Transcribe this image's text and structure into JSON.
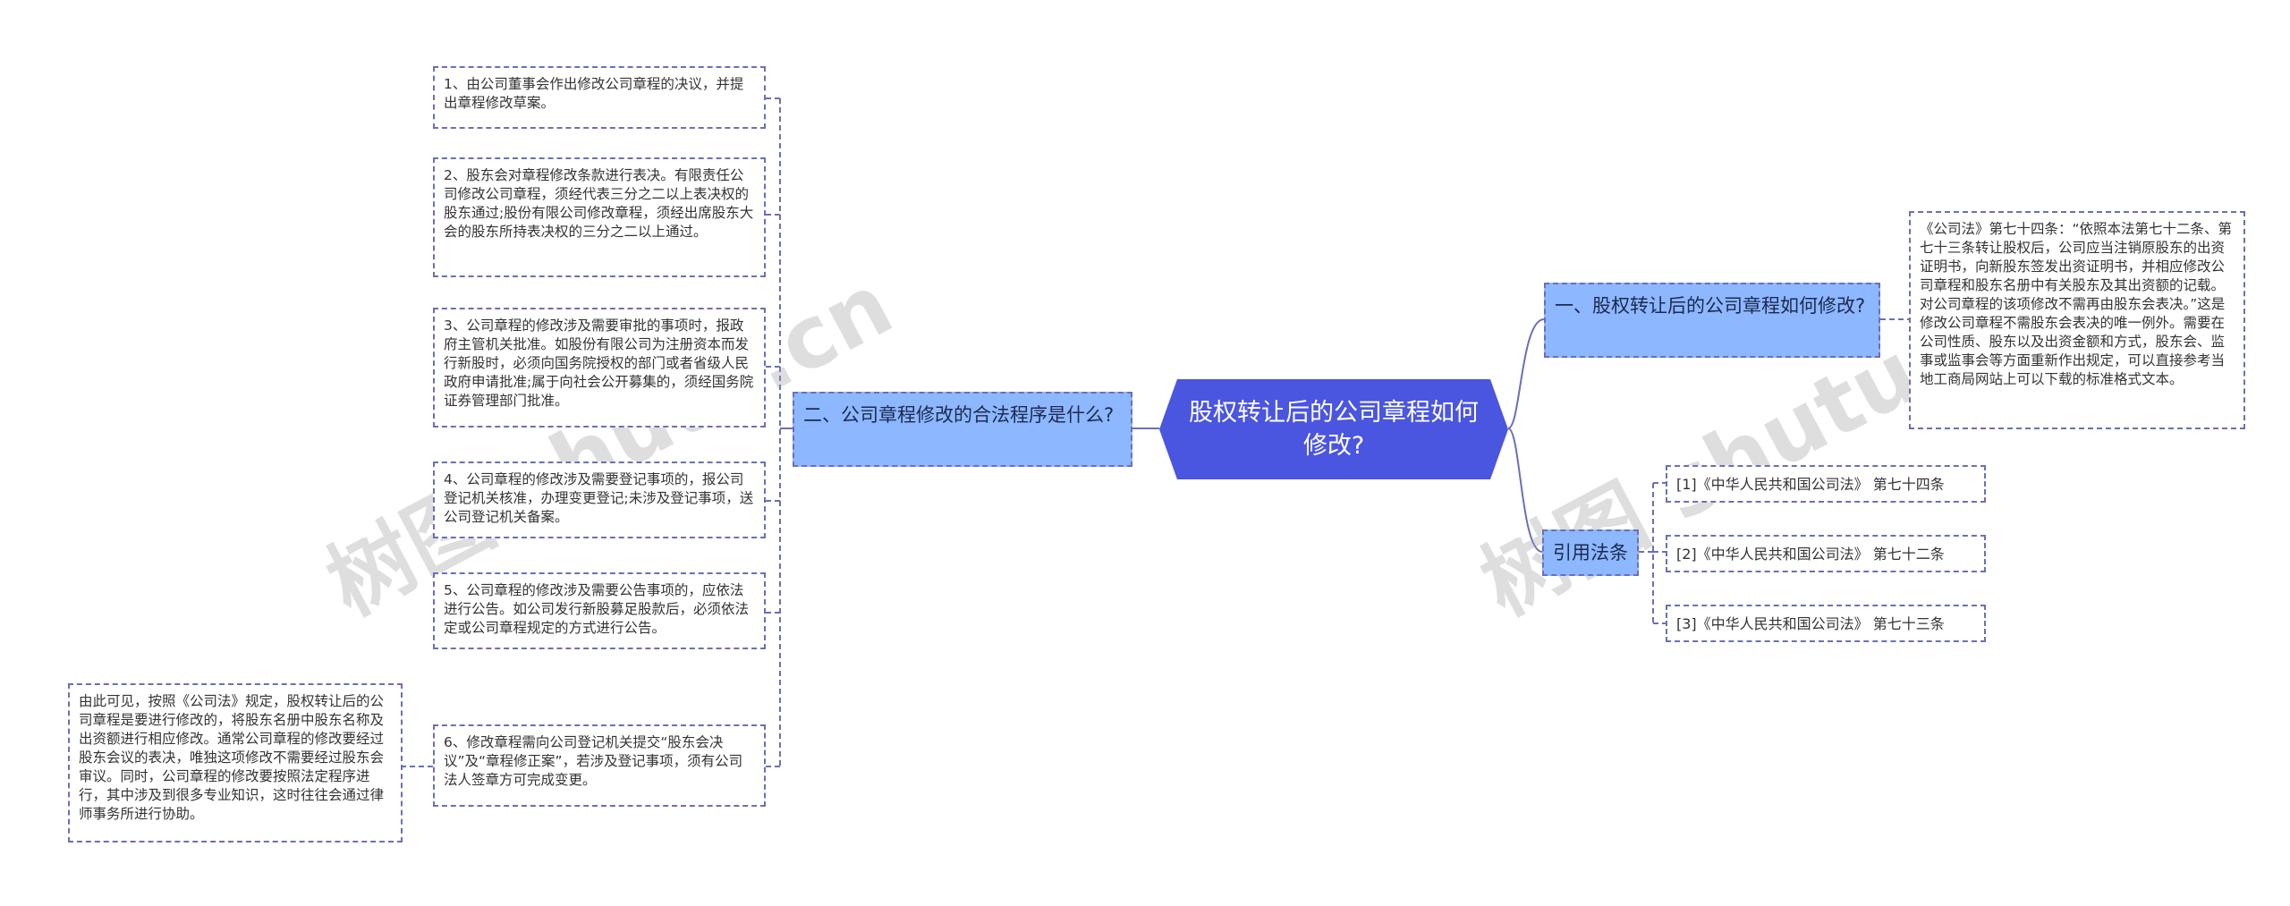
{
  "center": {
    "title": "股权转让后的公司章程如何修改?"
  },
  "left_branch": {
    "title": "二、公司章程修改的合法程序是什么?",
    "items": [
      "1、由公司董事会作出修改公司章程的决议，并提出章程修改草案。",
      "2、股东会对章程修改条款进行表决。有限责任公司修改公司章程，须经代表三分之二以上表决权的股东通过;股份有限公司修改章程，须经出席股东大会的股东所持表决权的三分之二以上通过。",
      "3、公司章程的修改涉及需要审批的事项时，报政府主管机关批准。如股份有限公司为注册资本而发行新股时，必须向国务院授权的部门或者省级人民政府申请批准;属于向社会公开募集的，须经国务院证券管理部门批准。",
      "4、公司章程的修改涉及需要登记事项的，报公司登记机关核准，办理变更登记;未涉及登记事项，送公司登记机关备案。",
      "5、公司章程的修改涉及需要公告事项的，应依法进行公告。如公司发行新股募足股款后，必须依法定或公司章程规定的方式进行公告。",
      "6、修改章程需向公司登记机关提交“股东会决议”及“章程修正案”，若涉及登记事项，须有公司法人签章方可完成变更。"
    ],
    "summary": "由此可见，按照《公司法》规定，股权转让后的公司章程是要进行修改的，将股东名册中股东名称及出资额进行相应修改。通常公司章程的修改要经过股东会议的表决，唯独这项修改不需要经过股东会审议。同时，公司章程的修改要按照法定程序进行，其中涉及到很多专业知识，这时往往会通过律师事务所进行协助。"
  },
  "right_branch_1": {
    "title": "一、股权转让后的公司章程如何修改?",
    "detail": "《公司法》第七十四条：“依照本法第七十二条、第七十三条转让股权后，公司应当注销原股东的出资证明书，向新股东签发出资证明书，并相应修改公司章程和股东名册中有关股东及其出资额的记载。对公司章程的该项修改不需再由股东会表决。”这是修改公司章程不需股东会表决的唯一例外。需要在公司性质、股东以及出资金额和方式，股东会、监事或监事会等方面重新作出规定，可以直接参考当地工商局网站上可以下载的标准格式文本。"
  },
  "right_branch_2": {
    "title": "引用法条",
    "refs": [
      "[1]《中华人民共和国公司法》 第七十四条",
      "[2]《中华人民共和国公司法》 第七十二条",
      "[3]《中华人民共和国公司法》 第七十三条"
    ]
  },
  "watermarks": [
    "树图 shutu.cn",
    "树图 shutu.cn"
  ],
  "colors": {
    "center": "#4a55e0",
    "branch": "#8db7ff",
    "border": "#6b6fb8"
  }
}
